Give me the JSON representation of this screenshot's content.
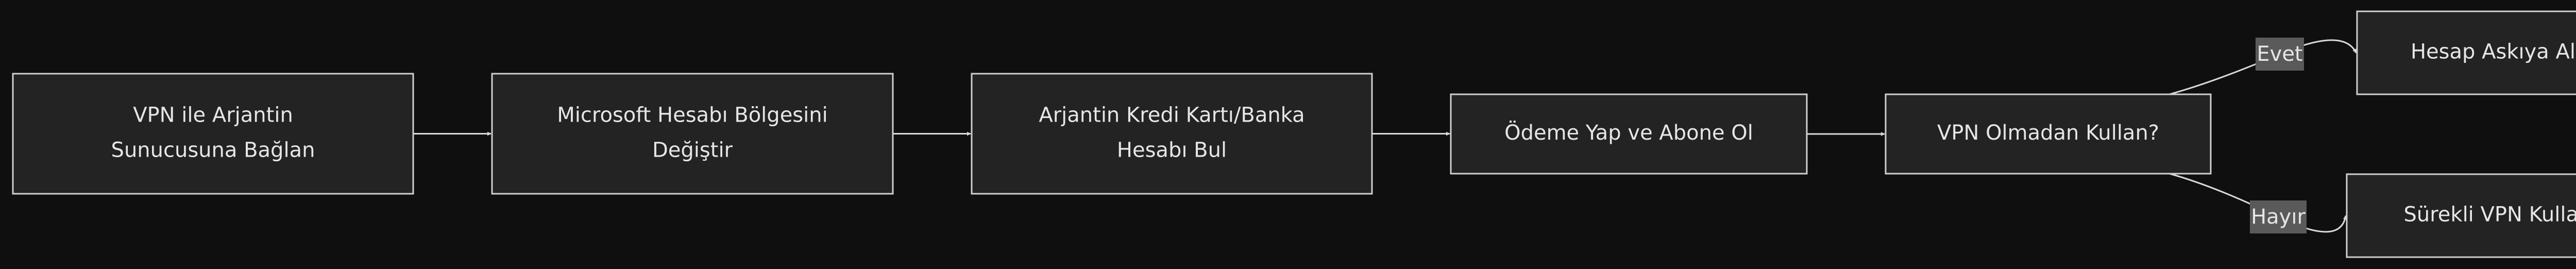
{
  "nodes": [
    {
      "id": "connect",
      "lines": [
        "VPN ile Arjantin",
        "Sunucusuna Bağlan"
      ]
    },
    {
      "id": "region",
      "lines": [
        "Microsoft Hesabı Bölgesini",
        "Değiştir"
      ]
    },
    {
      "id": "card",
      "lines": [
        "Arjantin Kredi Kartı/Banka",
        "Hesabı Bul"
      ]
    },
    {
      "id": "pay",
      "lines": [
        "Ödeme Yap ve Abone Ol"
      ]
    },
    {
      "id": "decision",
      "lines": [
        "VPN Olmadan Kullan?"
      ]
    },
    {
      "id": "suspended",
      "lines": [
        "Hesap Askıya Alınır!"
      ]
    },
    {
      "id": "continuous",
      "lines": [
        "Sürekli VPN Kullanımı"
      ]
    }
  ],
  "edges": [
    {
      "from": "connect",
      "to": "region",
      "label": ""
    },
    {
      "from": "region",
      "to": "card",
      "label": ""
    },
    {
      "from": "card",
      "to": "pay",
      "label": ""
    },
    {
      "from": "pay",
      "to": "decision",
      "label": ""
    },
    {
      "from": "decision",
      "to": "suspended",
      "label": "Evet"
    },
    {
      "from": "decision",
      "to": "continuous",
      "label": "Hayır"
    }
  ],
  "colors": {
    "background": "#0f0f0f",
    "node_fill": "#232323",
    "node_stroke": "#cfcfcf",
    "text": "#e6e6e6",
    "edge": "#d9d9d9",
    "label_bg": "#5a5a5a"
  }
}
